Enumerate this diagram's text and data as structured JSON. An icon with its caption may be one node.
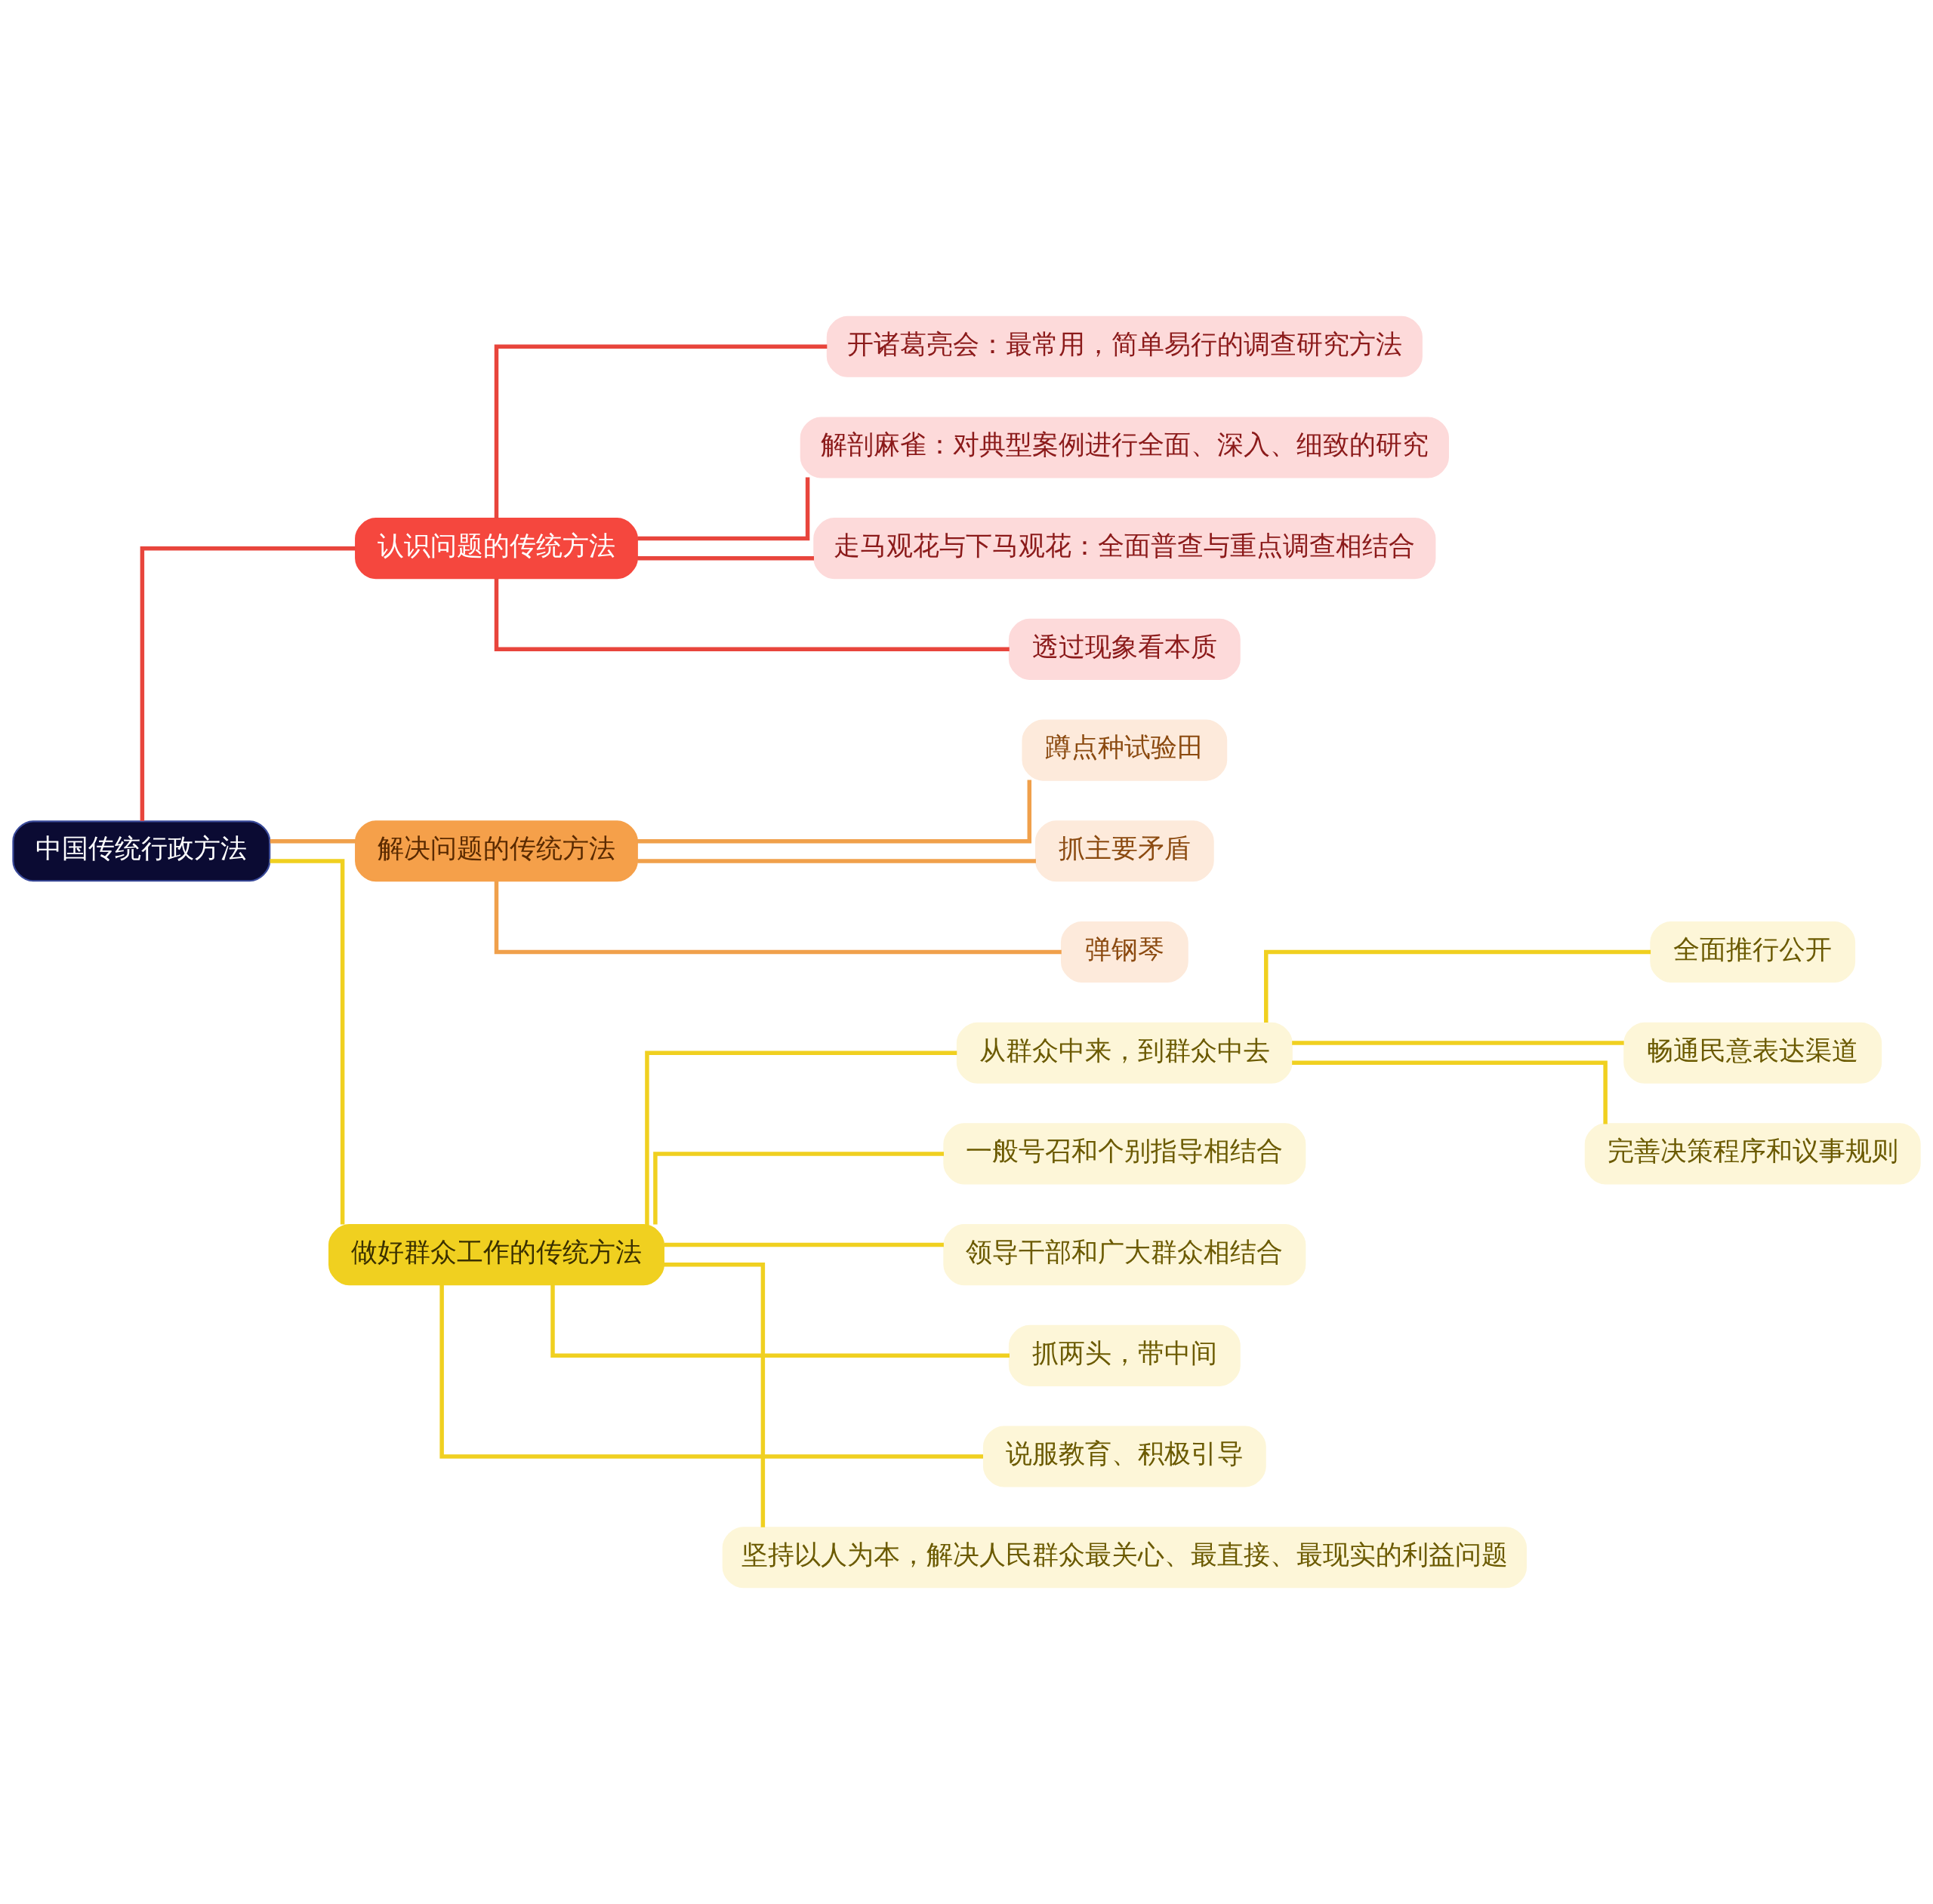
{
  "diagram": {
    "nodes": [
      {
        "text": [
          "中国传统行政方法"
        ]
      },
      {
        "text": [
          "认识问题的传统方法"
        ]
      },
      {
        "text": [
          "开诸葛亮会：最常用，简单易行的调查研究方法"
        ]
      },
      {
        "text": [
          "解剖麻雀：对典型案例进行全面、深入、细致的研究"
        ]
      },
      {
        "text": [
          "走马观花与下马观花：全面普查与重点调查相结合"
        ]
      },
      {
        "text": [
          "透过现象看本质"
        ]
      },
      {
        "text": [
          "解决问题的传统方法"
        ]
      },
      {
        "text": [
          "蹲点种试验田"
        ]
      },
      {
        "text": [
          "抓主要矛盾"
        ]
      },
      {
        "text": [
          "弹钢琴"
        ]
      },
      {
        "text": [
          "做好群众工作的传统方法"
        ]
      },
      {
        "text": [
          "从群众中来，到群众中去"
        ]
      },
      {
        "text": [
          "全面推行公开"
        ]
      },
      {
        "text": [
          "畅通民意表达渠道"
        ]
      },
      {
        "text": [
          "完善决策程序和议事规则"
        ]
      },
      {
        "text": [
          "一般号召和个别指导相结合"
        ]
      },
      {
        "text": [
          "领导干部和广大群众相结合"
        ]
      },
      {
        "text": [
          "抓两头，带中间"
        ]
      },
      {
        "text": [
          "说服教育、积极引导"
        ]
      },
      {
        "text": [
          "坚持以人为本，解决人民群众最关心、最直接、最现实的利益问题"
        ]
      }
    ],
    "edges": [
      {
        "from": 0,
        "to": 1,
        "arrow": "none",
        "color": "#e8453c"
      },
      {
        "from": 1,
        "to": 2,
        "arrow": "none",
        "color": "#e8453c"
      },
      {
        "from": 1,
        "to": 3,
        "arrow": "none",
        "color": "#e8453c"
      },
      {
        "from": 1,
        "to": 4,
        "arrow": "none",
        "color": "#e8453c"
      },
      {
        "from": 1,
        "to": 5,
        "arrow": "none",
        "color": "#e8453c"
      },
      {
        "from": 0,
        "to": 6,
        "arrow": "none",
        "color": "#f0a04b"
      },
      {
        "from": 6,
        "to": 7,
        "arrow": "none",
        "color": "#f0a04b"
      },
      {
        "from": 6,
        "to": 8,
        "arrow": "none",
        "color": "#f0a04b"
      },
      {
        "from": 6,
        "to": 9,
        "arrow": "none",
        "color": "#f0a04b"
      },
      {
        "from": 0,
        "to": 10,
        "arrow": "none"
      },
      {
        "from": 10,
        "to": 11,
        "arrow": "none"
      },
      {
        "from": 11,
        "to": 12,
        "arrow": "none"
      },
      {
        "from": 11,
        "to": 13,
        "arrow": "none"
      },
      {
        "from": 11,
        "to": 14,
        "arrow": "none"
      },
      {
        "from": 10,
        "to": 15,
        "arrow": "none"
      },
      {
        "from": 10,
        "to": 16,
        "arrow": "none"
      },
      {
        "from": 10,
        "to": 17,
        "arrow": "none"
      },
      {
        "from": 10,
        "to": 18,
        "arrow": "none"
      },
      {
        "from": 10,
        "to": 19,
        "arrow": "none"
      }
    ]
  }
}
